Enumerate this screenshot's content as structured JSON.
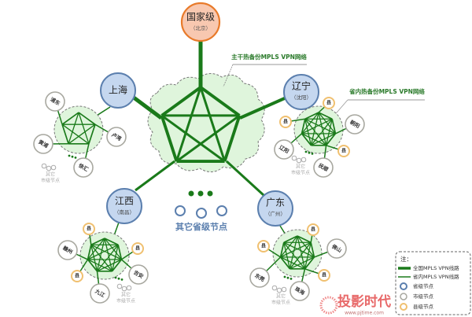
{
  "national": {
    "name": "国家级",
    "city": "（北京）"
  },
  "provinces": [
    {
      "name": "上海",
      "city": ""
    },
    {
      "name": "辽宁",
      "city": "（沈阳）"
    },
    {
      "name": "江西",
      "city": "（南昌）"
    },
    {
      "name": "广东",
      "city": "（广州）"
    }
  ],
  "other_provinces": "其它省级节点",
  "backbone_label": "主干热备份MPLS VPN网络",
  "provincial_label": "省内热备份MPLS VPN网络",
  "other_cities": [
    "其它",
    "市级节点"
  ],
  "clusters": {
    "shanghai": [
      "浦东",
      "卢湾",
      "黄浦",
      "徐汇"
    ],
    "liaoning": [
      "县",
      "县",
      "朝阳",
      "县",
      "辽阳",
      "抚顺"
    ],
    "jiangxi": [
      "县",
      "赣州",
      "县",
      "县",
      "吉安",
      "九江"
    ],
    "guangdong": [
      "县",
      "县",
      "佛山",
      "县",
      "东莞",
      "珠海"
    ]
  },
  "legend": {
    "title": "注：",
    "items": [
      "全国MPLS VPN线路",
      "省内MPLS VPN线路",
      "省级节点",
      "市级节点",
      "县级节点"
    ]
  },
  "watermark": {
    "text": "投影时代",
    "url": "www.pjtime.com"
  },
  "colors": {
    "green": "#1a7a1a",
    "province": "#c5d7ef",
    "national": "#f8c8b0",
    "county": "#f0c070"
  }
}
